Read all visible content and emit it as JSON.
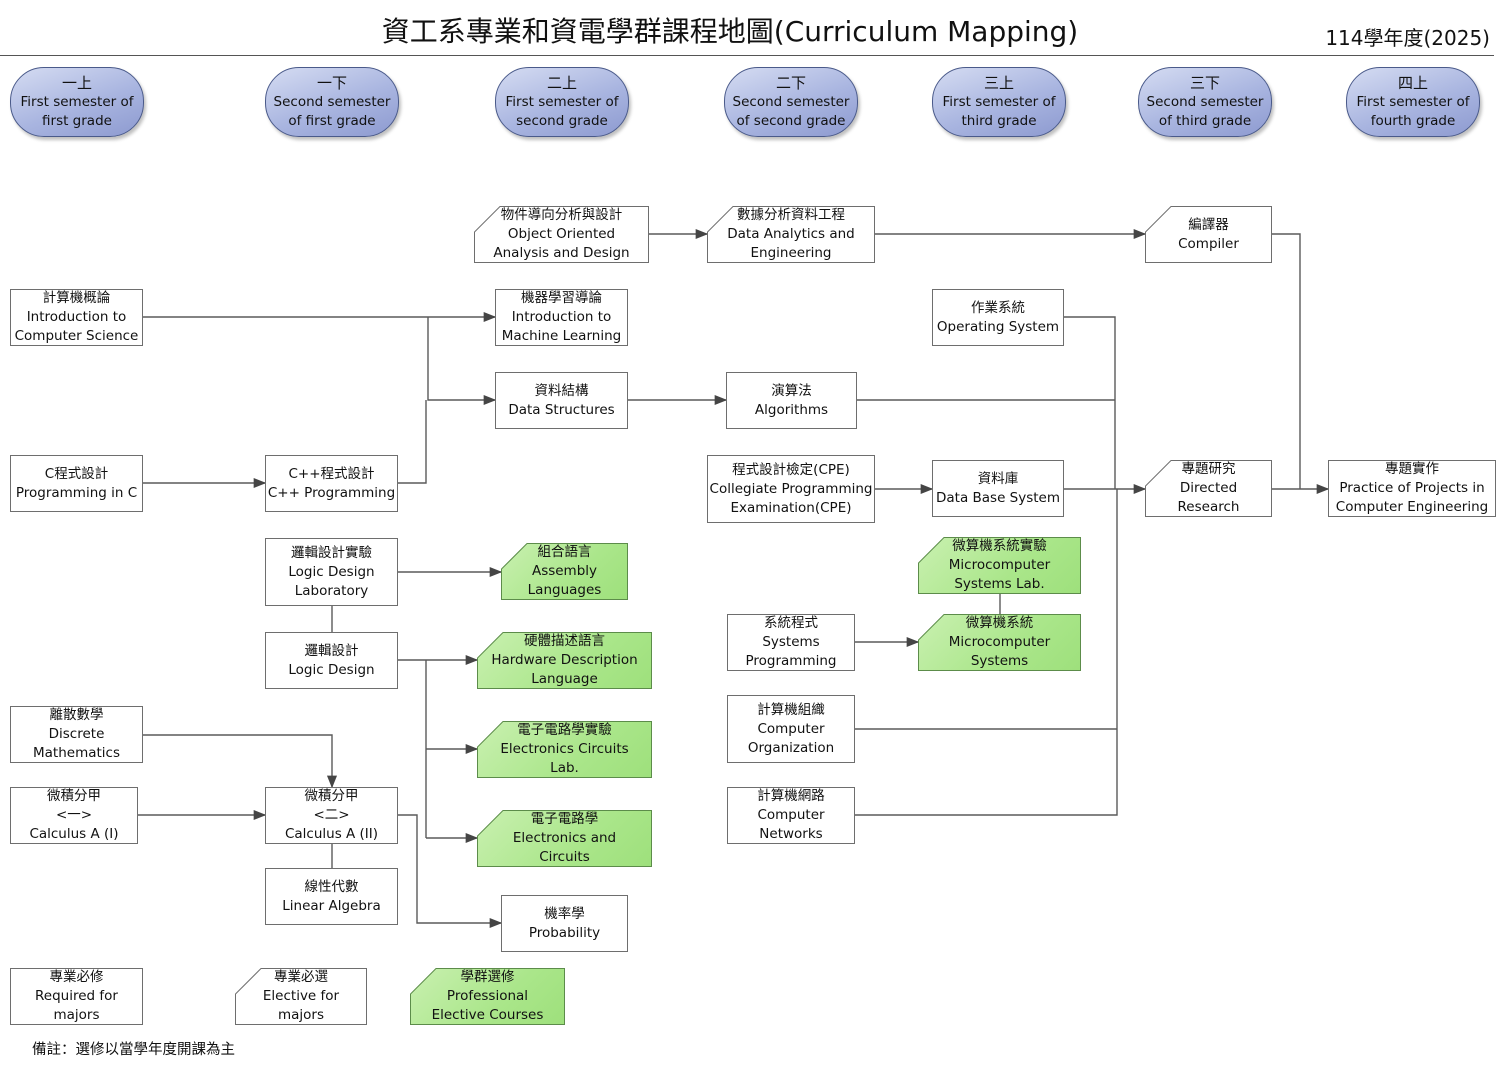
{
  "header": {
    "title": "資工系專業和資電學群課程地圖(Curriculum Mapping)",
    "academic_year": "114學年度(2025)"
  },
  "semesters": [
    {
      "id": "y1s1",
      "zh": "一上",
      "en1": "First semester of",
      "en2": "first grade"
    },
    {
      "id": "y1s2",
      "zh": "一下",
      "en1": "Second semester",
      "en2": "of first grade"
    },
    {
      "id": "y2s1",
      "zh": "二上",
      "en1": "First semester of",
      "en2": "second grade"
    },
    {
      "id": "y2s2",
      "zh": "二下",
      "en1": "Second semester",
      "en2": "of second grade"
    },
    {
      "id": "y3s1",
      "zh": "三上",
      "en1": "First semester of",
      "en2": "third grade"
    },
    {
      "id": "y3s2",
      "zh": "三下",
      "en1": "Second semester",
      "en2": "of third grade"
    },
    {
      "id": "y4s1",
      "zh": "四上",
      "en1": "First semester of",
      "en2": "fourth grade"
    }
  ],
  "course_types": {
    "required": "Required for majors",
    "elective": "Elective for majors",
    "professional": "Professional Elective Courses"
  },
  "colors": {
    "semester_fill": "#a9b5e0",
    "professional_elective_fill": "#aae68a",
    "connector": "#595959"
  },
  "courses": [
    {
      "id": "intro_cs",
      "type": "required",
      "lines": [
        "計算機概論",
        "Introduction to",
        "Computer Science"
      ]
    },
    {
      "id": "prog_c",
      "type": "required",
      "lines": [
        "C程式設計",
        "Programming in C"
      ]
    },
    {
      "id": "prog_cpp",
      "type": "required",
      "lines": [
        "C++程式設計",
        "C++ Programming"
      ]
    },
    {
      "id": "logic_lab",
      "type": "required",
      "lines": [
        "邏輯設計實驗",
        "Logic Design",
        "Laboratory"
      ]
    },
    {
      "id": "logic",
      "type": "required",
      "lines": [
        "邏輯設計",
        "Logic Design"
      ]
    },
    {
      "id": "discrete",
      "type": "required",
      "lines": [
        "離散數學",
        "Discrete",
        "Mathematics"
      ]
    },
    {
      "id": "calc1",
      "type": "required",
      "lines": [
        "微積分甲",
        "<一>",
        "Calculus A (I)"
      ]
    },
    {
      "id": "calc2",
      "type": "required",
      "lines": [
        "微積分甲",
        "<二>",
        "Calculus A (II)"
      ]
    },
    {
      "id": "linalg",
      "type": "required",
      "lines": [
        "線性代數",
        "Linear Algebra"
      ]
    },
    {
      "id": "ooad",
      "type": "elective",
      "lines": [
        "物件導向分析與設計",
        "Object Oriented",
        "Analysis and Design"
      ]
    },
    {
      "id": "ml",
      "type": "required",
      "lines": [
        "機器學習導論",
        "Introduction to",
        "Machine Learning"
      ]
    },
    {
      "id": "ds",
      "type": "required",
      "lines": [
        "資料結構",
        "Data Structures"
      ]
    },
    {
      "id": "asm",
      "type": "professional",
      "lines": [
        "組合語言",
        "Assembly",
        "Languages"
      ]
    },
    {
      "id": "hdl",
      "type": "professional",
      "lines": [
        "硬體描述語言",
        "Hardware Description",
        "Language"
      ]
    },
    {
      "id": "ecl",
      "type": "professional",
      "lines": [
        "電子電路學實驗",
        "Electronics Circuits",
        "Lab."
      ]
    },
    {
      "id": "ec",
      "type": "professional",
      "lines": [
        "電子電路學",
        "Electronics and",
        "Circuits"
      ]
    },
    {
      "id": "prob",
      "type": "required",
      "lines": [
        "機率學",
        "Probability"
      ]
    },
    {
      "id": "dae",
      "type": "elective",
      "lines": [
        "數據分析資料工程",
        "Data Analytics and",
        "Engineering"
      ]
    },
    {
      "id": "algo",
      "type": "required",
      "lines": [
        "演算法",
        "Algorithms"
      ]
    },
    {
      "id": "cpe",
      "type": "required",
      "lines": [
        "程式設計檢定(CPE)",
        "Collegiate Programming",
        "Examination(CPE)"
      ]
    },
    {
      "id": "sysprog",
      "type": "required",
      "lines": [
        "系統程式",
        "Systems",
        "Programming"
      ]
    },
    {
      "id": "co",
      "type": "required",
      "lines": [
        "計算機組織",
        "Computer",
        "Organization"
      ]
    },
    {
      "id": "net",
      "type": "required",
      "lines": [
        "計算機網路",
        "Computer",
        "Networks"
      ]
    },
    {
      "id": "os",
      "type": "required",
      "lines": [
        "作業系統",
        "Operating System"
      ]
    },
    {
      "id": "db",
      "type": "required",
      "lines": [
        "資料庫",
        "Data Base System"
      ]
    },
    {
      "id": "mcl",
      "type": "professional",
      "lines": [
        "微算機系統實驗",
        "Microcomputer",
        "Systems Lab."
      ]
    },
    {
      "id": "mc",
      "type": "professional",
      "lines": [
        "微算機系統",
        "Microcomputer",
        "Systems"
      ]
    },
    {
      "id": "compiler",
      "type": "elective",
      "lines": [
        "編譯器",
        "Compiler"
      ]
    },
    {
      "id": "research",
      "type": "elective",
      "lines": [
        "專題研究",
        "Directed",
        "Research"
      ]
    },
    {
      "id": "project",
      "type": "required",
      "lines": [
        "專題實作",
        "Practice of Projects in",
        "Computer Engineering"
      ]
    }
  ],
  "legend": [
    {
      "id": "legend_required",
      "type": "required",
      "lines": [
        "專業必修",
        "Required for",
        "majors"
      ]
    },
    {
      "id": "legend_elective",
      "type": "elective",
      "lines": [
        "專業必選",
        "Elective for",
        "majors"
      ]
    },
    {
      "id": "legend_professional",
      "type": "professional",
      "lines": [
        "學群選修",
        "Professional",
        "Elective Courses"
      ]
    }
  ],
  "footnote": "備註：選修以當學年度開課為主"
}
